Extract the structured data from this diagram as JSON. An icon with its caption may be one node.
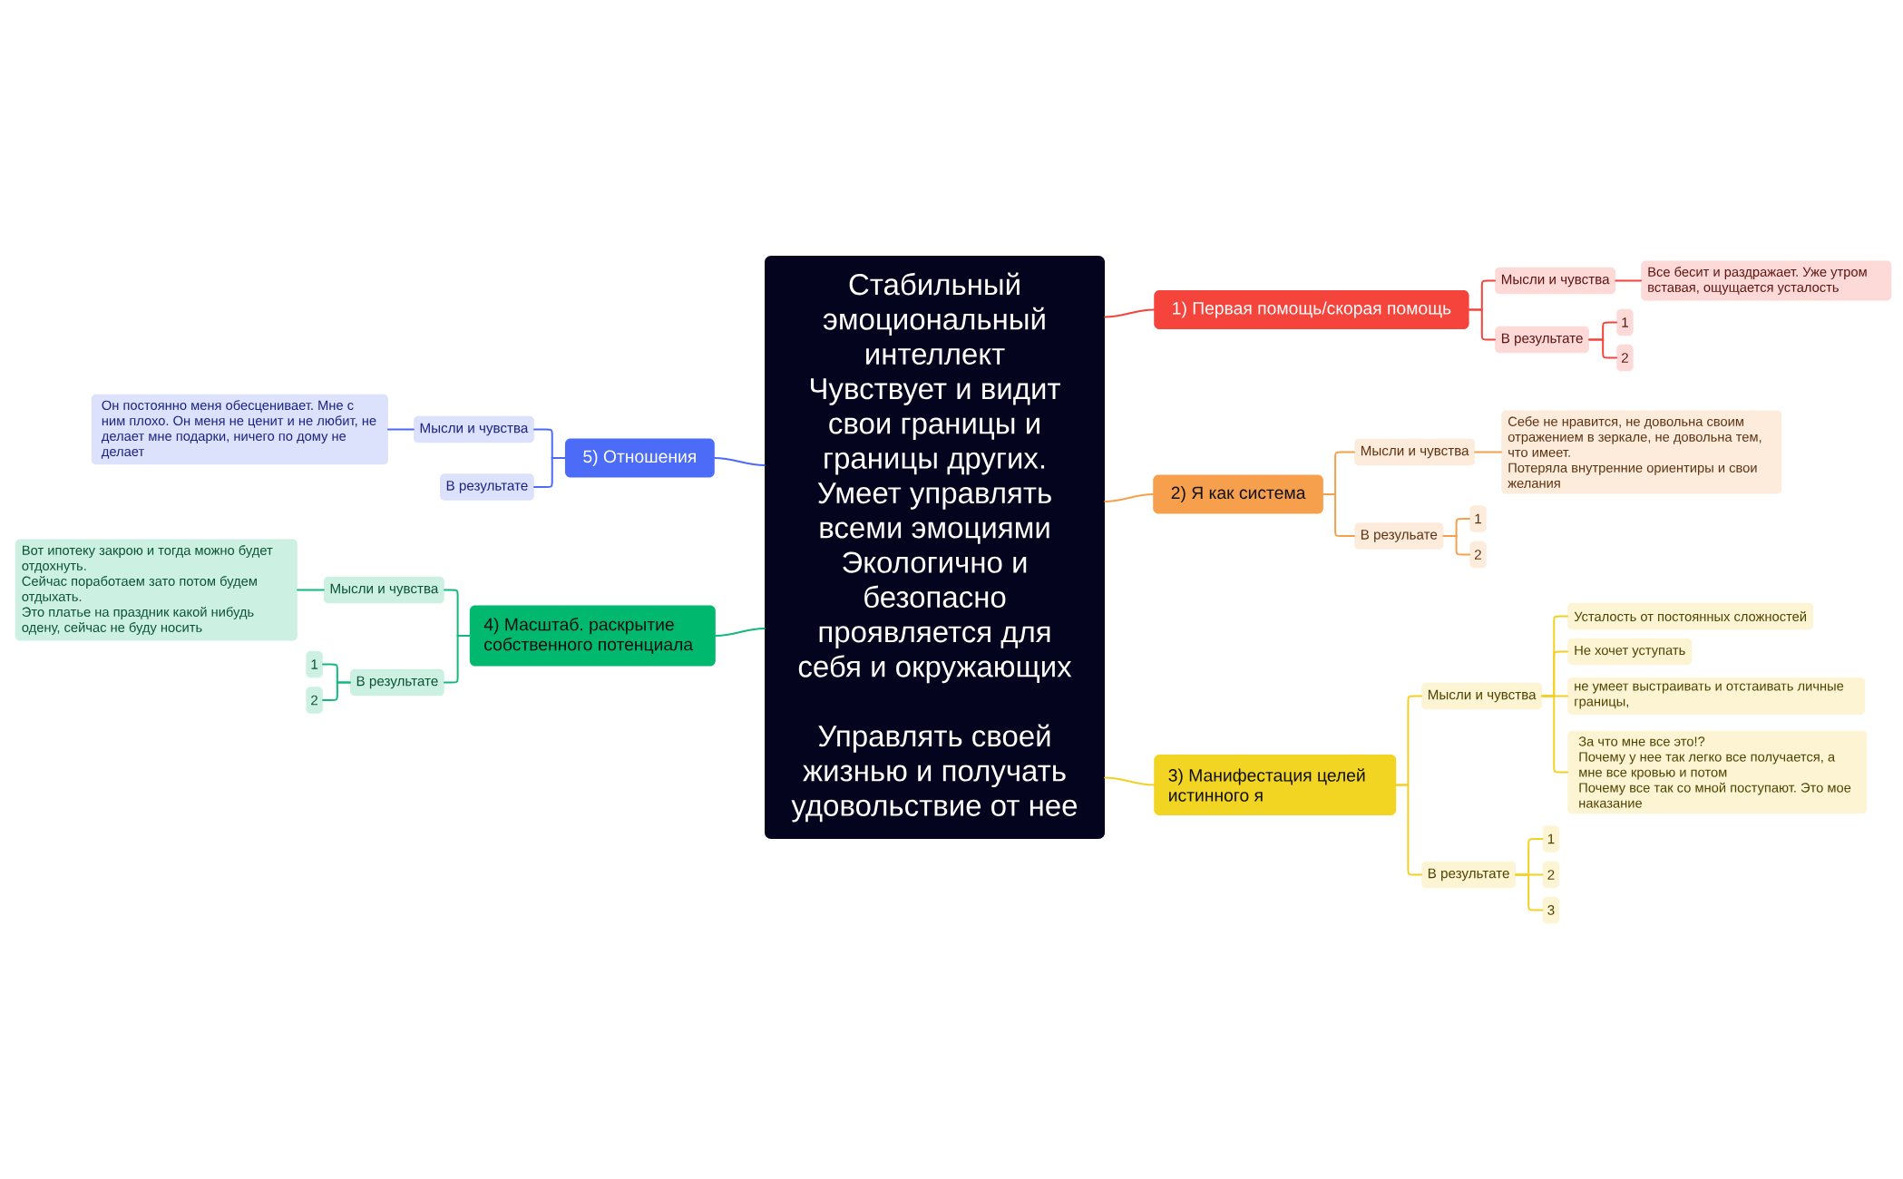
{
  "diagram": {
    "nodes": [
      {
        "text": [
          "Стабильный эмоциональный интеллект",
          "Чувствует и видит свои границы и границы других.",
          "Умеет управлять всеми эмоциями",
          "Экологично и безопасно проявляется для себя и окружающих",
          "Управлять своей жизнью и получать удовольствие от нее"
        ]
      },
      {
        "text": [
          "1) Первая помощь/скорая помощь"
        ]
      },
      {
        "text": [
          "Мысли и чувства"
        ]
      },
      {
        "text": [
          "Все бесит и раздражает. Уже утром вставая, ощущается усталость"
        ]
      },
      {
        "text": [
          "В результате"
        ]
      },
      {
        "text": [
          "1"
        ]
      },
      {
        "text": [
          "2"
        ]
      },
      {
        "text": [
          "2) Я как система"
        ]
      },
      {
        "text": [
          "Мысли и чувства"
        ]
      },
      {
        "text": [
          "Себе не нравится, не довольна своим отражением в зеркале, не довольна тем, что имеет.",
          "Потеряла внутренние ориентиры и свои желания"
        ]
      },
      {
        "text": [
          "В резульате"
        ]
      },
      {
        "text": [
          "1"
        ]
      },
      {
        "text": [
          "2"
        ]
      },
      {
        "text": [
          "3) Манифестация целей истинного я"
        ]
      },
      {
        "text": [
          "Мысли и чувства"
        ]
      },
      {
        "text": [
          "Усталость от постоянных сложностей"
        ]
      },
      {
        "text": [
          "Не хочет уступать"
        ]
      },
      {
        "text": [
          "не умеет выстраивать и отстаивать личные границы,"
        ]
      },
      {
        "text": [
          "За что мне все это!?",
          "Почему у нее так легко все получается, а мне все кровью и потом",
          "Почему все так со мной поступают. Это мое наказание"
        ]
      },
      {
        "text": [
          "В результате"
        ]
      },
      {
        "text": [
          "1"
        ]
      },
      {
        "text": [
          "2"
        ]
      },
      {
        "text": [
          "3"
        ]
      },
      {
        "text": [
          "4) Масштаб. раскрытие собственного потенциала"
        ]
      },
      {
        "text": [
          "Мысли и чувства"
        ]
      },
      {
        "text": [
          "Вот ипотеку закрою и тогда можно будет отдохнуть.",
          "Сейчас поработаем зато потом будем отдыхать.",
          "Это платье на праздник какой нибудь одену, сейчас не буду носить"
        ]
      },
      {
        "text": [
          "В результате"
        ]
      },
      {
        "text": [
          "1"
        ]
      },
      {
        "text": [
          "2"
        ]
      },
      {
        "text": [
          "5) Отношения"
        ]
      },
      {
        "text": [
          "Мысли и чувства"
        ]
      },
      {
        "text": [
          "Он постоянно меня обесценивает. Мне с ним плохо. Он меня не ценит и не любит, не делает мне подарки, ничего по дому не делает"
        ]
      },
      {
        "text": [
          "В результате"
        ]
      }
    ],
    "edges": [
      {
        "from": 0,
        "to": 1,
        "arrow": "none",
        "color": "#f4433b"
      },
      {
        "from": 1,
        "to": 2,
        "arrow": "none",
        "color": "#f4433b"
      },
      {
        "from": 2,
        "to": 3,
        "arrow": "none",
        "color": "#f4433b"
      },
      {
        "from": 1,
        "to": 4,
        "arrow": "none",
        "color": "#f4433b"
      },
      {
        "from": 4,
        "to": 5,
        "arrow": "none",
        "color": "#f4433b"
      },
      {
        "from": 4,
        "to": 6,
        "arrow": "none",
        "color": "#f4433b"
      },
      {
        "from": 0,
        "to": 7,
        "arrow": "none",
        "color": "#f6a04d"
      },
      {
        "from": 7,
        "to": 8,
        "arrow": "none",
        "color": "#f6a04d"
      },
      {
        "from": 8,
        "to": 9,
        "arrow": "none",
        "color": "#f6a04d"
      },
      {
        "from": 7,
        "to": 10,
        "arrow": "none",
        "color": "#f6a04d"
      },
      {
        "from": 10,
        "to": 11,
        "arrow": "none",
        "color": "#f6a04d"
      },
      {
        "from": 10,
        "to": 12,
        "arrow": "none",
        "color": "#f6a04d"
      },
      {
        "from": 0,
        "to": 13,
        "arrow": "none",
        "color": "#f2d024"
      },
      {
        "from": 13,
        "to": 14,
        "arrow": "none",
        "color": "#f2d024"
      },
      {
        "from": 14,
        "to": 15,
        "arrow": "none",
        "color": "#f2d024"
      },
      {
        "from": 14,
        "to": 16,
        "arrow": "none",
        "color": "#f2d024"
      },
      {
        "from": 14,
        "to": 17,
        "arrow": "none",
        "color": "#f2d024"
      },
      {
        "from": 14,
        "to": 18,
        "arrow": "none",
        "color": "#f2d024"
      },
      {
        "from": 13,
        "to": 19,
        "arrow": "none",
        "color": "#f2d024"
      },
      {
        "from": 19,
        "to": 20,
        "arrow": "none",
        "color": "#f2d024"
      },
      {
        "from": 19,
        "to": 21,
        "arrow": "none",
        "color": "#f2d024"
      },
      {
        "from": 19,
        "to": 22,
        "arrow": "none",
        "color": "#f2d024"
      },
      {
        "from": 0,
        "to": 23,
        "arrow": "none",
        "color": "#12b97a"
      },
      {
        "from": 23,
        "to": 24,
        "arrow": "none",
        "color": "#12b97a"
      },
      {
        "from": 24,
        "to": 25,
        "arrow": "none",
        "color": "#12b97a"
      },
      {
        "from": 23,
        "to": 26,
        "arrow": "none",
        "color": "#12b97a"
      },
      {
        "from": 26,
        "to": 27,
        "arrow": "none",
        "color": "#12b97a"
      },
      {
        "from": 26,
        "to": 28,
        "arrow": "none",
        "color": "#12b97a"
      },
      {
        "from": 0,
        "to": 29,
        "arrow": "none",
        "color": "#4b6bf7"
      },
      {
        "from": 29,
        "to": 30,
        "arrow": "none",
        "color": "#4b6bf7"
      },
      {
        "from": 30,
        "to": 31,
        "arrow": "none",
        "color": "#4b6bf7"
      },
      {
        "from": 29,
        "to": 32,
        "arrow": "none",
        "color": "#4b6bf7"
      }
    ]
  }
}
